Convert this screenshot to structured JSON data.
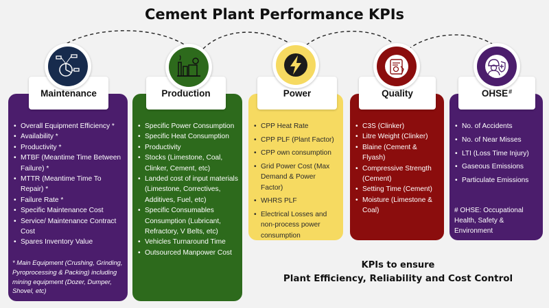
{
  "title": "Cement Plant Performance KPIs",
  "colors": {
    "maintenance": "#4b1d6c",
    "production": "#2d6a1c",
    "power": "#f6da61",
    "quality": "#8b0d0d",
    "ohse": "#4b1d6c",
    "background": "#f2f2f2"
  },
  "sections": {
    "maintenance": {
      "icon": "pie-chart-icon",
      "title": "Maintenance",
      "items": [
        "Overall Equipment Efficiency *",
        "Availability *",
        "Productivity *",
        "MTBF (Meantime Time Between Failure) *",
        "MTTR (Meantime Time To Repair) *",
        "Failure Rate *",
        "Specific Maintenance Cost",
        "Service/ Maintenance Contract Cost",
        "Spares Inventory Value"
      ],
      "note": "* Main Equipment (Crushing, Grinding, Pyroprocessing & Packing) including mining equipment (Dozer, Dumper, Shovel, etc)"
    },
    "production": {
      "icon": "factory-icon",
      "title": "Production",
      "items": [
        "Specific Power Consumption",
        "Specific Heat Consumption",
        "Productivity",
        "Stocks (Limestone, Coal, Clinker, Cement, etc)",
        "Landed cost of input materials (Limestone, Correctives, Additives, Fuel, etc)",
        "Specific Consumables Consumption (Lubricant, Refractory, V Belts, etc)",
        "Vehicles Turnaround Time",
        "Outsourced Manpower Cost"
      ]
    },
    "power": {
      "icon": "lightning-icon",
      "title": "Power",
      "items": [
        "CPP Heat Rate",
        "CPP PLF (Plant Factor)",
        "CPP own consumption",
        "Grid Power Cost (Max Demand & Power Factor)",
        "WHRS PLF",
        "Electrical Losses and non-process power consumption"
      ]
    },
    "quality": {
      "icon": "certificate-icon",
      "title": "Quality",
      "items": [
        "C3S (Clinker)",
        "Litre Weight (Clinker)",
        "Blaine (Cement & Flyash)",
        "Compressive Strength (Cement)",
        "Setting Time (Cement)",
        "Moisture (Limestone & Coal)"
      ]
    },
    "ohse": {
      "icon": "worker-safety-icon",
      "title": "OHSE",
      "title_mark": "#",
      "items": [
        "No. of Accidents",
        "No. of Near Misses",
        "LTI (Loss Time Injury)",
        "Gaseous Emissions",
        "Particulate Emissions"
      ],
      "note": "# OHSE: Occupational Health, Safety & Environment"
    }
  },
  "footer": {
    "line1": "KPIs to ensure",
    "line2": "Plant Efficiency, Reliability and Cost Control"
  }
}
